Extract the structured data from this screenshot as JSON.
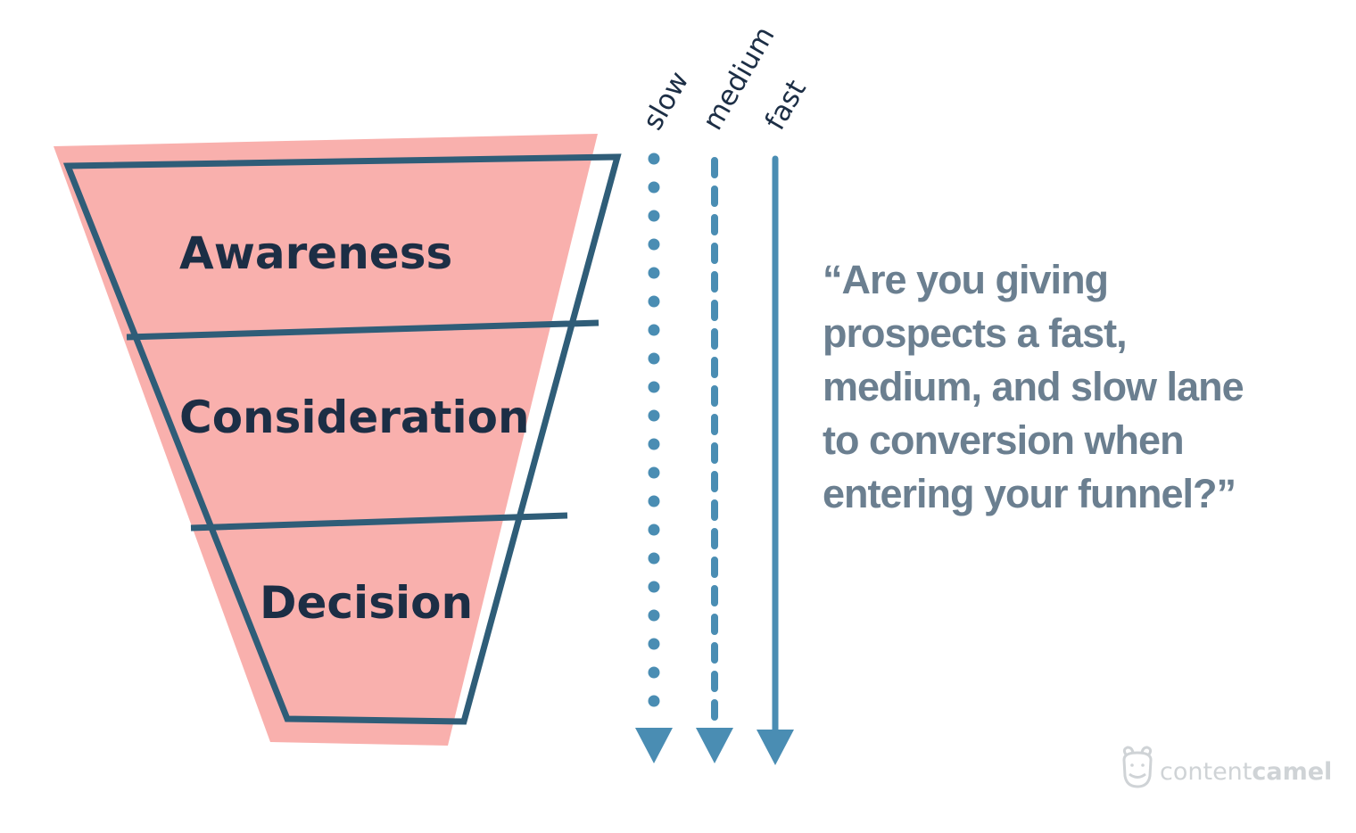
{
  "funnel": {
    "fill_color": "#f9b0ad",
    "outline_color": "#2f5d78",
    "stages": [
      {
        "label": "Awareness"
      },
      {
        "label": "Consideration"
      },
      {
        "label": "Decision"
      }
    ]
  },
  "lanes": {
    "color": "#4a8db3",
    "items": [
      {
        "label": "slow",
        "style": "dotted"
      },
      {
        "label": "medium",
        "style": "dashed"
      },
      {
        "label": "fast",
        "style": "solid"
      }
    ]
  },
  "quote": {
    "lines": [
      "“Are you giving",
      "prospects a fast,",
      "medium, and slow lane",
      "to conversion when",
      "entering your funnel?”"
    ],
    "color": "#6b7f90"
  },
  "brand": {
    "part1": "content",
    "part2": "camel",
    "icon": "camel-face-icon"
  }
}
